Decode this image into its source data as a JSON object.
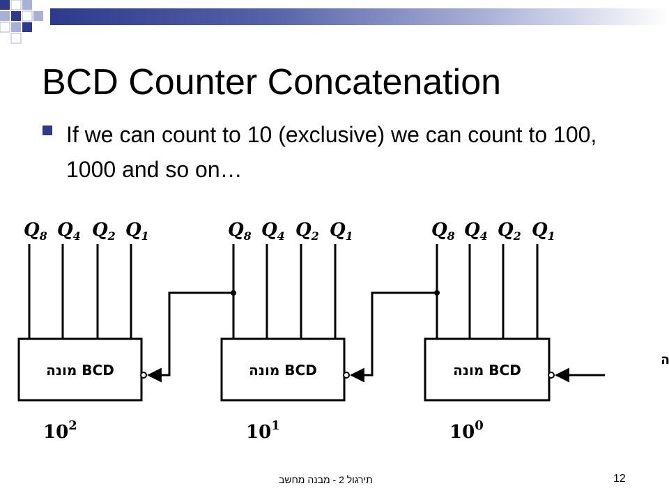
{
  "slide": {
    "title": "BCD Counter Concatenation",
    "bullet": "If we can count to 10 (exclusive) we can count to 100, 1000 and so on…",
    "footer": "תירגול 2 - מבנה מחשב",
    "page_number": "12"
  },
  "diagram": {
    "counters": [
      {
        "box_label": "BCD מונה",
        "outputs": [
          {
            "letter": "Q",
            "sub": "8"
          },
          {
            "letter": "Q",
            "sub": "4"
          },
          {
            "letter": "Q",
            "sub": "2"
          },
          {
            "letter": "Q",
            "sub": "1"
          }
        ],
        "power": {
          "base": "10",
          "exp": "2"
        }
      },
      {
        "box_label": "BCD מונה",
        "outputs": [
          {
            "letter": "Q",
            "sub": "8"
          },
          {
            "letter": "Q",
            "sub": "4"
          },
          {
            "letter": "Q",
            "sub": "2"
          },
          {
            "letter": "Q",
            "sub": "1"
          }
        ],
        "power": {
          "base": "10",
          "exp": "1"
        }
      },
      {
        "box_label": "BCD מונה",
        "outputs": [
          {
            "letter": "Q",
            "sub": "8"
          },
          {
            "letter": "Q",
            "sub": "4"
          },
          {
            "letter": "Q",
            "sub": "2"
          },
          {
            "letter": "Q",
            "sub": "1"
          }
        ],
        "power": {
          "base": "10",
          "exp": "0"
        }
      }
    ],
    "input_label": "דופקי מנייה"
  },
  "colors": {
    "accent": "#2d3a8c",
    "accent_light": "#a9b0d6",
    "ink": "#000000"
  }
}
